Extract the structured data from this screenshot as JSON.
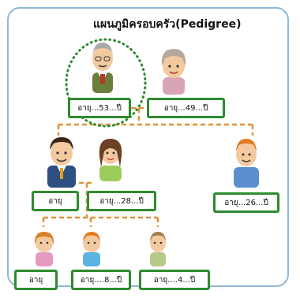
{
  "title": "แผนภูมิครอบครัว(Pedigree)",
  "colors": {
    "box_border": "#2e8b2e",
    "connector": "#e0923a",
    "selection": "#2e8b2e",
    "frame": "#8fb7d7"
  },
  "members": [
    {
      "id": "grandfather",
      "icon": "grandfather-icon",
      "label": "อายุ...53...ปี",
      "selected": true
    },
    {
      "id": "grandmother",
      "icon": "grandmother-icon",
      "label": "อายุ...49...ปี"
    },
    {
      "id": "father",
      "icon": "father-icon",
      "label": "อายุ"
    },
    {
      "id": "mother",
      "icon": "mother-icon",
      "label": "อายุ...28...ปี"
    },
    {
      "id": "uncle",
      "icon": "uncle-icon",
      "label": "อายุ...26...ปี"
    },
    {
      "id": "daughter",
      "icon": "daughter-icon",
      "label": "อายุ"
    },
    {
      "id": "son",
      "icon": "son-icon",
      "label": "อายุ....8...ปี"
    },
    {
      "id": "young-son",
      "icon": "young-son-icon",
      "label": "อายุ....4...ปี"
    }
  ]
}
